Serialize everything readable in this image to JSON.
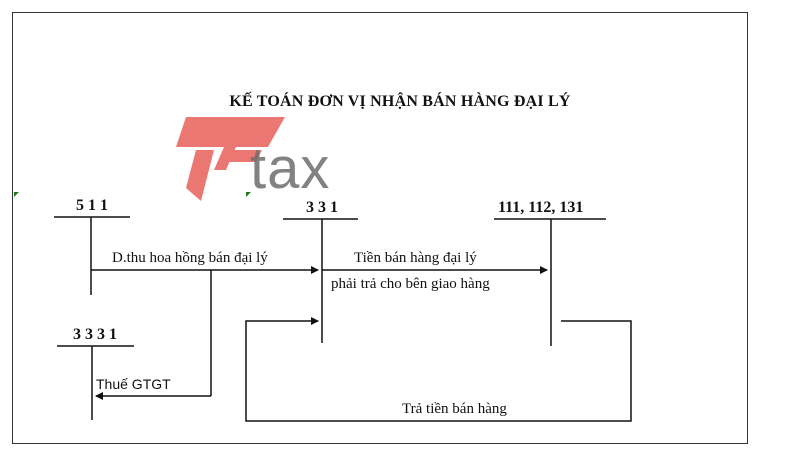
{
  "diagram": {
    "title": "KẾ TOÁN ĐƠN VỊ NHẬN BÁN HÀNG ĐẠI LÝ",
    "accounts": {
      "a511": "5 1 1",
      "a331": "3 3 1",
      "a111": "111, 112, 131",
      "a3331": "3 3 3 1"
    },
    "flows": {
      "commission": "D.thu hoa hồng bán đại lý",
      "sales_line1": "Tiền bán hàng đại lý",
      "sales_line2": "phải trả cho bên giao hàng",
      "vat": "Thuế GTGT",
      "payment": "Trả tiền bán hàng"
    }
  },
  "watermark": {
    "brand_text": "tax",
    "icon": "tp-logo-icon",
    "color": "#e8605a"
  }
}
